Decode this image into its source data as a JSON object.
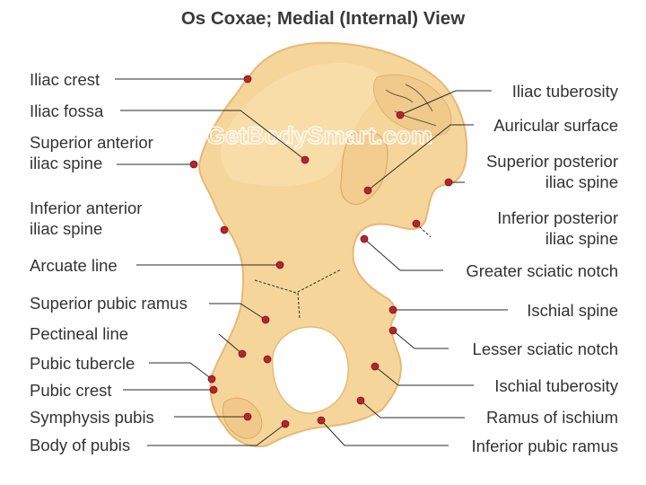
{
  "title": "Os Coxae; Medial (Internal) View",
  "watermark": "GetBodySmart.com",
  "colors": {
    "bone": "#f6d59a",
    "bone_light": "#fbe3b4",
    "bone_edge": "#e7b877",
    "marker": "#b3262c",
    "text": "#333333",
    "leader": "#2b2b2b"
  },
  "labels": {
    "iliac_crest": "Iliac crest",
    "iliac_fossa": "Iliac fossa",
    "superior_anterior_1": "Superior anterior",
    "superior_anterior_2": "iliac spine",
    "inferior_anterior_1": "Inferior anterior",
    "inferior_anterior_2": "iliac spine",
    "arcuate_line": "Arcuate line",
    "superior_pubic_ramus": "Superior pubic ramus",
    "pectineal_line": "Pectineal line",
    "pubic_tubercle": "Pubic tubercle",
    "pubic_crest": "Pubic crest",
    "symphysis_pubis": "Symphysis pubis",
    "body_of_pubis": "Body of pubis",
    "iliac_tuberosity": "Iliac tuberosity",
    "auricular_surface": "Auricular surface",
    "superior_posterior_1": "Superior posterior",
    "superior_posterior_2": "iliac spine",
    "inferior_posterior_1": "Inferior posterior",
    "inferior_posterior_2": "iliac spine",
    "greater_sciatic_notch": "Greater sciatic notch",
    "ischial_spine": "Ischial spine",
    "lesser_sciatic_notch": "Lesser sciatic notch",
    "ischial_tuberosity": "Ischial tuberosity",
    "ramus_of_ischium": "Ramus of ischium",
    "inferior_pubic_ramus": "Inferior pubic ramus"
  }
}
